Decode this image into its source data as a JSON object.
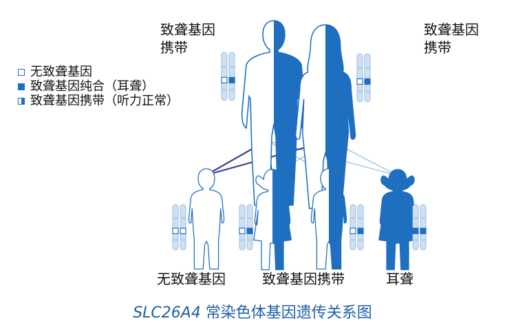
{
  "colors": {
    "affected": "#1e6fc0",
    "outline": "#1e6fc0",
    "chromosome": "#cfe0f3",
    "line": "#4a4f9e",
    "caption": "#1f5fa8"
  },
  "parents": [
    {
      "label_line1": "致聋基因",
      "label_line2": "携带",
      "status": "carrier"
    },
    {
      "label_line1": "致聋基因",
      "label_line2": "携带",
      "status": "carrier"
    }
  ],
  "legend": [
    {
      "symbol": "empty-square",
      "label": "无致聋基因"
    },
    {
      "symbol": "filled-square",
      "label": "致聋基因纯合（耳聋）"
    },
    {
      "symbol": "half-square",
      "label": "致聋基因携带（听力正常）"
    }
  ],
  "children": [
    {
      "status": "unaffected"
    },
    {
      "status": "carrier"
    },
    {
      "status": "carrier"
    },
    {
      "status": "affected"
    }
  ],
  "child_labels": {
    "unaffected": "无致聋基因",
    "carrier": "致聋基因携带",
    "affected": "耳聋"
  },
  "caption": {
    "gene": "SLC26A4",
    "text": " 常染色体基因遗传关系图"
  }
}
